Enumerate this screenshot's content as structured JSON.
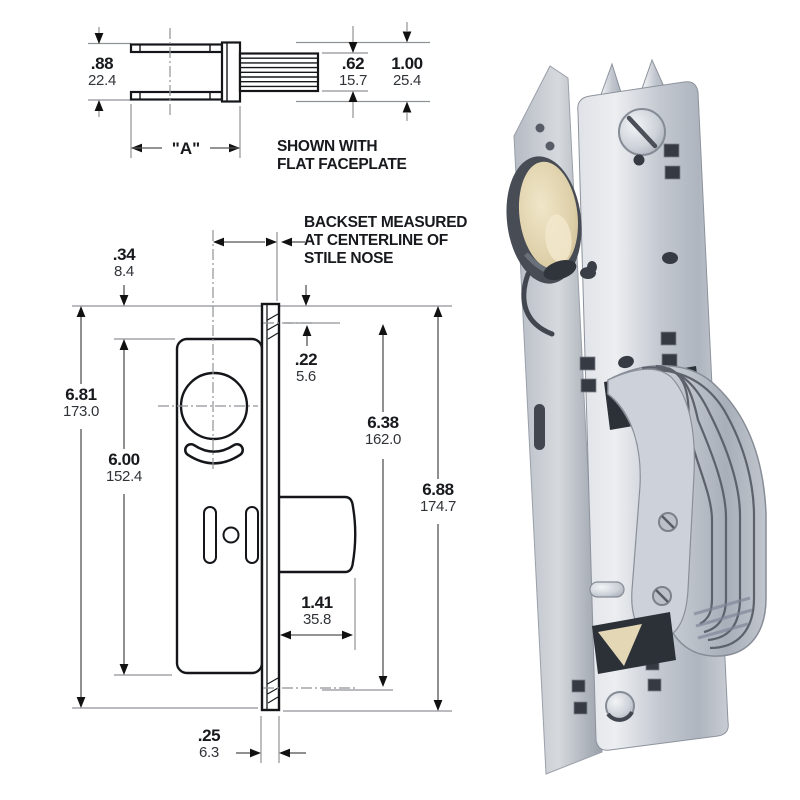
{
  "drawing": {
    "top_view": {
      "case_width": {
        "in": ".88",
        "mm": "22.4"
      },
      "nose_width": {
        "in": ".62",
        "mm": "15.7"
      },
      "faceplate_width": {
        "in": "1.00",
        "mm": "25.4"
      },
      "backset_dim_label": "\"A\"",
      "caption": {
        "line1": "SHOWN WITH",
        "line2": "FLAT FACEPLATE"
      }
    },
    "front_view": {
      "note": {
        "line1": "BACKSET MEASURED",
        "line2": "AT CENTERLINE OF",
        "line3": "STILE NOSE"
      },
      "faceplate_top_offset": {
        "in": ".34",
        "mm": "8.4"
      },
      "left_height": {
        "in": "6.81",
        "mm": "173.0"
      },
      "case_height": {
        "in": "6.00",
        "mm": "152.4"
      },
      "nose_center_offset": {
        "in": ".22",
        "mm": "5.6"
      },
      "nose_center_span": {
        "in": "6.38",
        "mm": "162.0"
      },
      "faceplate_height": {
        "in": "6.88",
        "mm": "174.7"
      },
      "bolt_projection": {
        "in": "1.41",
        "mm": "35.8"
      },
      "faceplate_thickness": {
        "in": ".25",
        "mm": "6.3"
      }
    },
    "colors": {
      "line": "#14161a",
      "thin_line": "#8f9296",
      "metal_light": "#eceef1",
      "metal_mid": "#c3c8d0",
      "metal_dark": "#9aa0ab",
      "brass": "#ddcfa8"
    }
  }
}
